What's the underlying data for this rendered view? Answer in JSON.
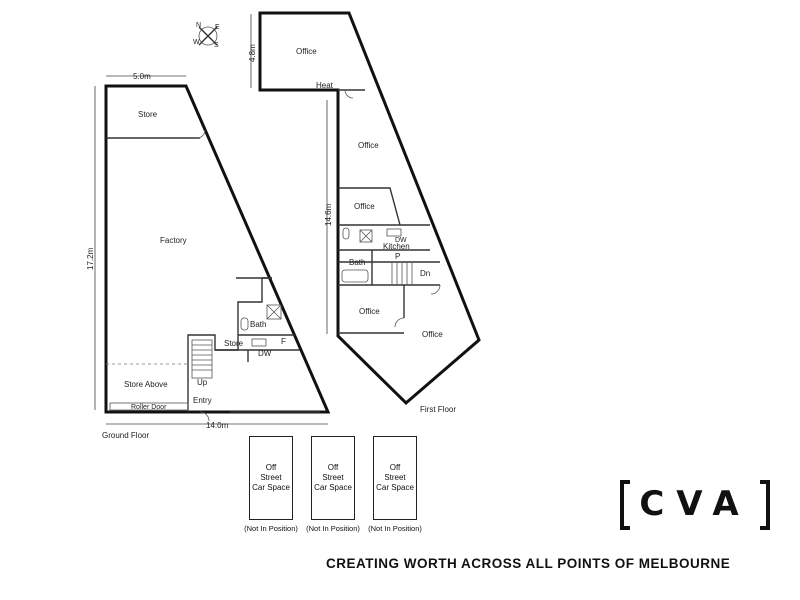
{
  "compass": {
    "n": "N",
    "e": "E",
    "s": "S",
    "w": "W"
  },
  "ground_floor": {
    "caption": "Ground Floor",
    "dim_top": "5.0m",
    "dim_side": "17.2m",
    "dim_bottom": "14.0m",
    "rooms": {
      "store": "Store",
      "factory": "Factory",
      "bath": "Bath",
      "store2": "Store",
      "dw": "DW",
      "f": "F",
      "up": "Up",
      "store_above": "Store Above",
      "entry": "Entry",
      "roller_door": "Roller Door"
    }
  },
  "first_floor": {
    "caption": "First Floor",
    "dim_top": "4.8m",
    "dim_side": "14.6m",
    "rooms": {
      "office1": "Office",
      "heat": "Heat",
      "office2": "Office",
      "office3": "Office",
      "dw": "DW",
      "kitchen": "Kitchen",
      "p": "P",
      "bath": "Bath",
      "dn": "Dn",
      "office4": "Office",
      "office5": "Office"
    }
  },
  "car_spaces": [
    {
      "label": "Off\nStreet\nCar Space",
      "note": "(Not In Position)"
    },
    {
      "label": "Off\nStreet\nCar Space",
      "note": "(Not In Position)"
    },
    {
      "label": "Off\nStreet\nCar Space",
      "note": "(Not In Position)"
    }
  ],
  "logo": {
    "text": "CVA"
  },
  "tagline": "CREATING WORTH ACROSS ALL POINTS OF MELBOURNE"
}
